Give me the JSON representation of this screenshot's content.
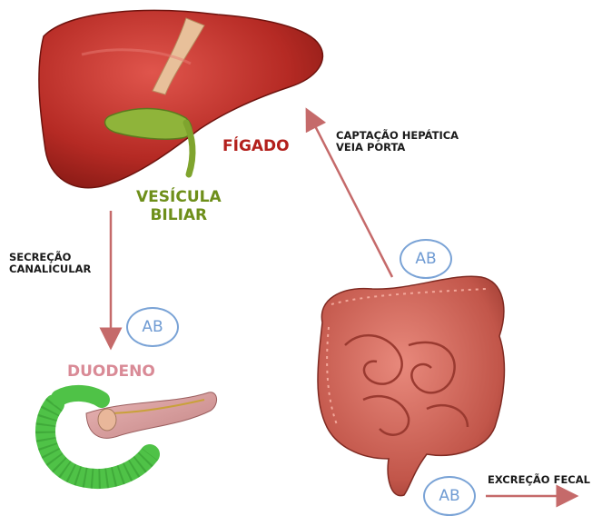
{
  "labels": {
    "liver": "FÍGADO",
    "gallbladder_line1": "VESÍCULA",
    "gallbladder_line2": "BILIAR",
    "duodenum": "DUODENO",
    "secretion_line1": "SECREÇÃO",
    "secretion_line2": "CANALICULAR",
    "uptake_line1": "CAPTAÇÃO HEPÁTICA",
    "uptake_line2": "VEIA PORTA",
    "fecal": "EXCREÇÃO FECAL"
  },
  "badges": {
    "duodenum_ab": "AB",
    "intestine_ab": "AB",
    "fecal_ab": "AB"
  },
  "colors": {
    "liver_label": "#b3201c",
    "gallbladder_label": "#6e8f1a",
    "duodenum_label": "#d98a96",
    "arrow": "#c56a6a",
    "badge": "#7aa3d6"
  }
}
